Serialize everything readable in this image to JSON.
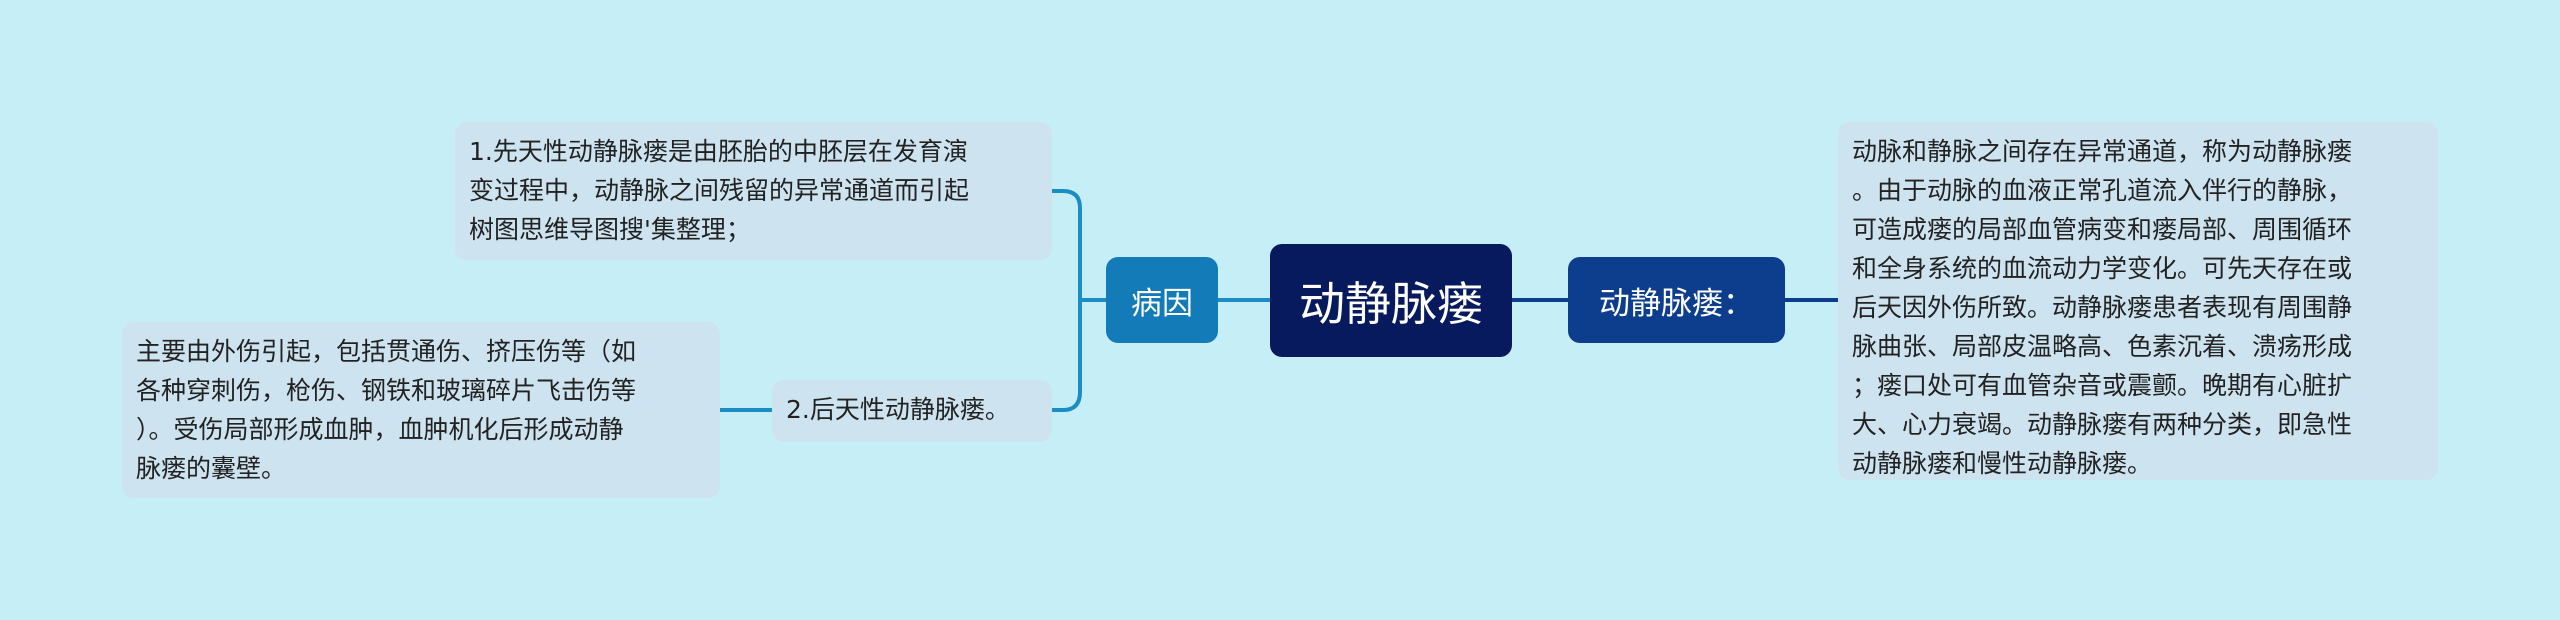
{
  "root": {
    "label": "动静脉瘘"
  },
  "cause": {
    "label": "病因",
    "congenital": {
      "lines": [
        "1.先天性动静脉瘘是由胚胎的中胚层在发育演",
        "变过程中，动静脉之间残留的异常通道而引起",
        "树图思维导图搜'集整理；"
      ]
    },
    "acquired": {
      "label": "2.后天性动静脉瘘。",
      "detail_lines": [
        "主要由外伤引起，包括贯通伤、挤压伤等（如",
        "各种穿刺伤，枪伤、钢铁和玻璃碎片飞击伤等",
        "）。受伤局部形成血肿，血肿机化后形成动静",
        "脉瘘的囊壁。"
      ]
    }
  },
  "definition": {
    "label": "动静脉瘘：",
    "detail_lines": [
      "动脉和静脉之间存在异常通道，称为动静脉瘘",
      "。由于动脉的血液正常孔道流入伴行的静脉，",
      "可造成瘘的局部血管病变和瘘局部、周围循环",
      "和全身系统的血流动力学变化。可先天存在或",
      "后天因外伤所致。动静脉瘘患者表现有周围静",
      "脉曲张、局部皮温略高、色素沉着、溃疡形成",
      "；瘘口处可有血管杂音或震颤。晚期有心脏扩",
      "大、心力衰竭。动静脉瘘有两种分类，即急性",
      "动静脉瘘和慢性动静脉瘘。"
    ]
  },
  "colors": {
    "background": "#c6eef7",
    "root": "#071a5e",
    "cause_node": "#127bb8",
    "definition_node": "#0c3e8d",
    "leaf": "#cde3f0",
    "connector_left": "#1b8cc4",
    "connector_right": "#0c3e8d"
  }
}
